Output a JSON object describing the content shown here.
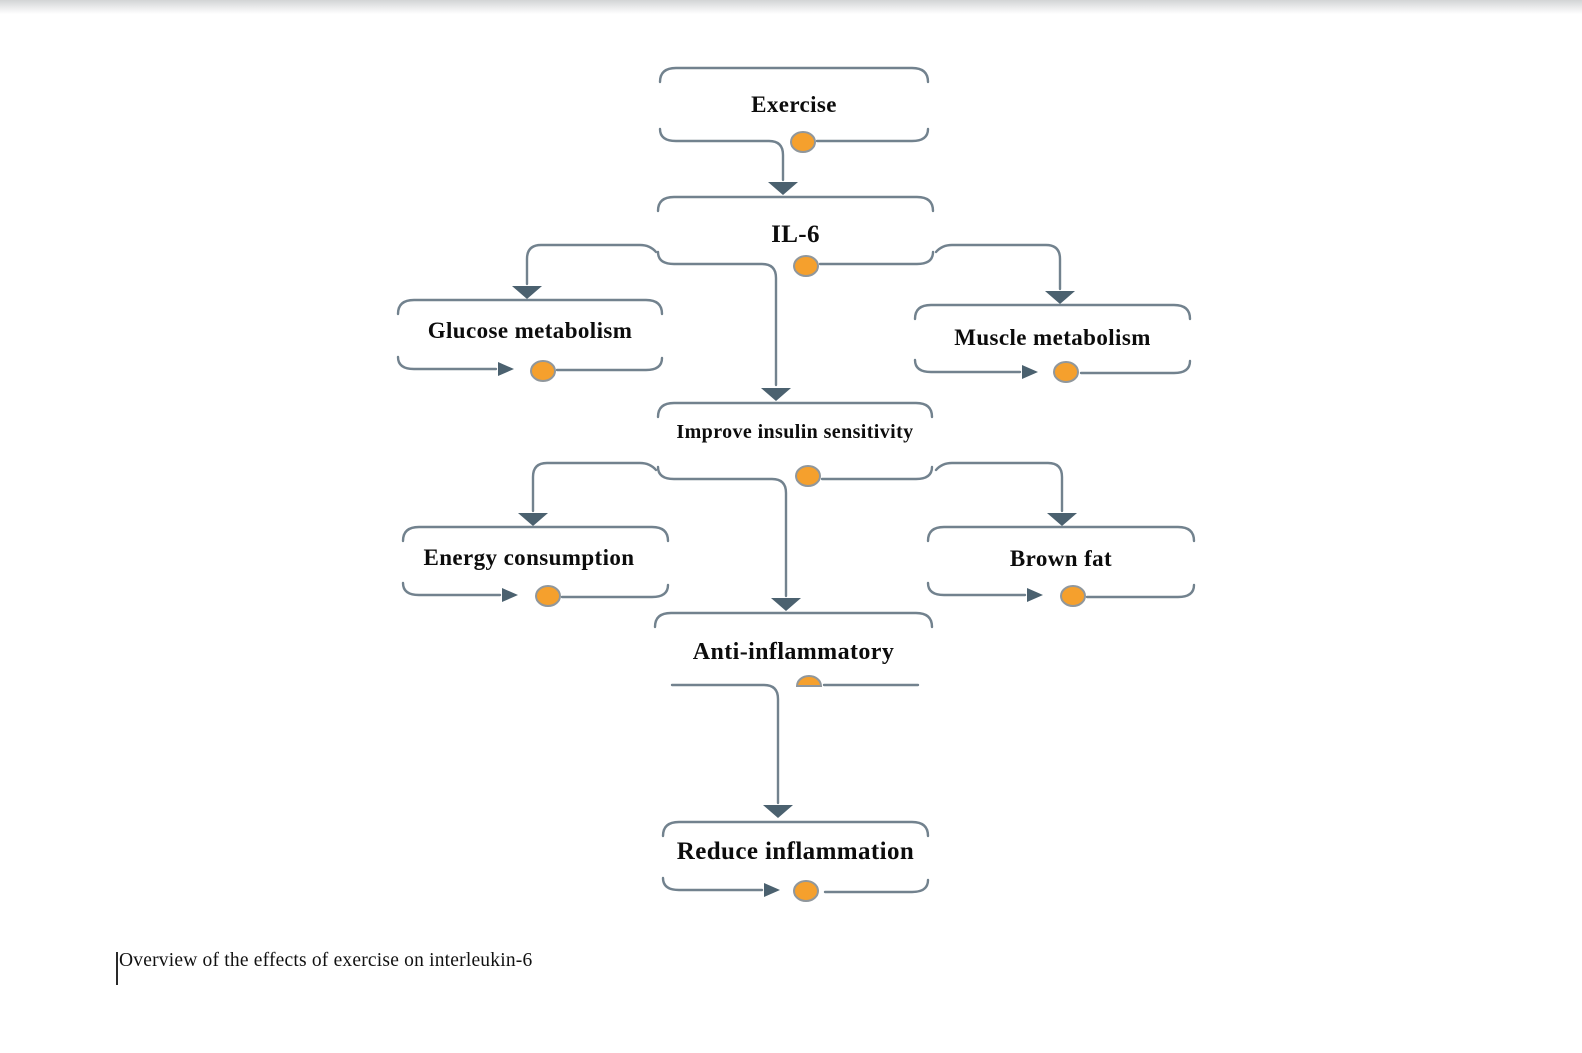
{
  "page": {
    "caption": "Overview of the effects of exercise on interleukin-6"
  },
  "colors": {
    "line": "#72828e",
    "arrowhead": "#4b616f",
    "dot_fill": "#f5a02d",
    "dot_stroke": "#90979c",
    "text": "#0c0c0c"
  },
  "diagram": {
    "type": "flowchart",
    "nodes": [
      {
        "id": "exercise",
        "label": "Exercise"
      },
      {
        "id": "il6",
        "label": "IL-6"
      },
      {
        "id": "glucose",
        "label": "Glucose metabolism"
      },
      {
        "id": "muscle",
        "label": "Muscle metabolism"
      },
      {
        "id": "insulin",
        "label": "Improve insulin sensitivity"
      },
      {
        "id": "energy",
        "label": "Energy consumption"
      },
      {
        "id": "brownfat",
        "label": "Brown fat"
      },
      {
        "id": "antiinflammatory",
        "label": "Anti-inflammatory"
      },
      {
        "id": "reduce",
        "label": "Reduce inflammation"
      }
    ],
    "edges": [
      {
        "from": "exercise",
        "to": "il6"
      },
      {
        "from": "il6",
        "to": "glucose"
      },
      {
        "from": "il6",
        "to": "muscle"
      },
      {
        "from": "il6",
        "to": "insulin"
      },
      {
        "from": "insulin",
        "to": "energy"
      },
      {
        "from": "insulin",
        "to": "brownfat"
      },
      {
        "from": "insulin",
        "to": "antiinflammatory"
      },
      {
        "from": "antiinflammatory",
        "to": "reduce"
      }
    ]
  }
}
